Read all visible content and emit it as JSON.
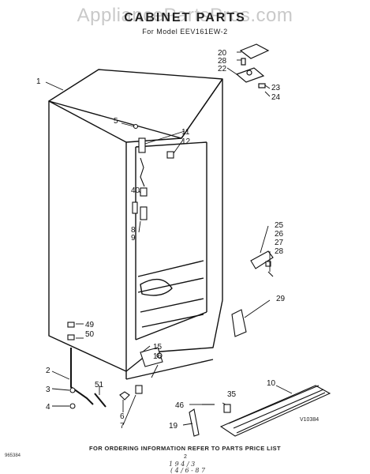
{
  "watermark": "AppliancePartsPros.com",
  "title": "CABINET PARTS",
  "subtitle": "For Model EEV161EW-2",
  "footer": "FOR ORDERING INFORMATION REFER TO PARTS PRICE LIST",
  "code_left": "965384",
  "code_right": "V10384",
  "page_number": "2",
  "handwritten_1": "1 9 4 / 3",
  "handwritten_2": "( 4 / 6 - 8 7",
  "callouts": [
    "20",
    "28",
    "22",
    "23",
    "24",
    "1",
    "5",
    "11",
    "12",
    "40",
    "8",
    "9",
    "25",
    "26",
    "27",
    "28",
    "29",
    "49",
    "50",
    "2",
    "3",
    "4",
    "51",
    "6",
    "7",
    "15",
    "16",
    "10",
    "35",
    "46",
    "19"
  ]
}
